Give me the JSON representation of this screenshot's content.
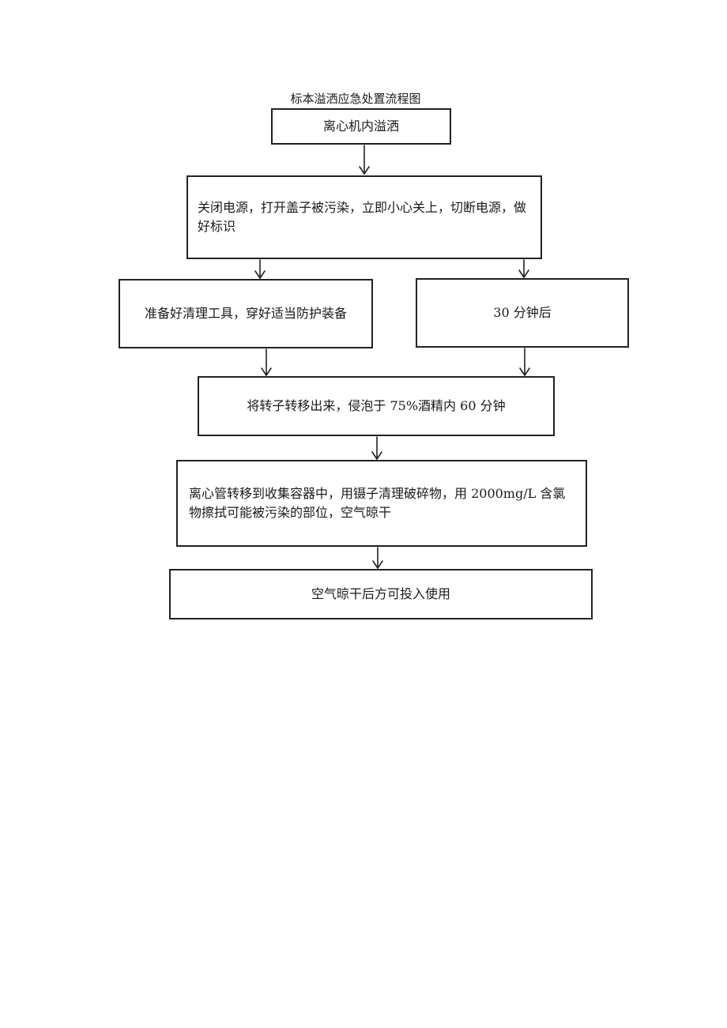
{
  "diagram": {
    "title": "标本溢洒应急处置流程图",
    "nodes": [
      {
        "id": "n1",
        "text": "离心机内溢洒"
      },
      {
        "id": "n2",
        "text": "关闭电源，打开盖子被污染，立即小心关上，切断电源，做好标识"
      },
      {
        "id": "n3",
        "text": "准备好清理工具，穿好适当防护装备"
      },
      {
        "id": "n4",
        "text": "30 分钟后"
      },
      {
        "id": "n5",
        "text": "将转子转移出来，侵泡于 75%酒精内 60 分钟"
      },
      {
        "id": "n6",
        "text": "离心管转移到收集容器中，用镊子清理破碎物，用 2000mg/L 含氯物擦拭可能被污染的部位，空气晾干"
      },
      {
        "id": "n7",
        "text": "空气晾干后方可投入使用"
      }
    ],
    "edges": [
      {
        "from": "n1",
        "to": "n2"
      },
      {
        "from": "n2",
        "to": "n3"
      },
      {
        "from": "n2",
        "to": "n4"
      },
      {
        "from": "n3",
        "to": "n5"
      },
      {
        "from": "n4",
        "to": "n5"
      },
      {
        "from": "n5",
        "to": "n6"
      },
      {
        "from": "n6",
        "to": "n7"
      }
    ],
    "colors": {
      "border": "#222222",
      "text": "#1a1a1a",
      "background": "#ffffff"
    }
  }
}
